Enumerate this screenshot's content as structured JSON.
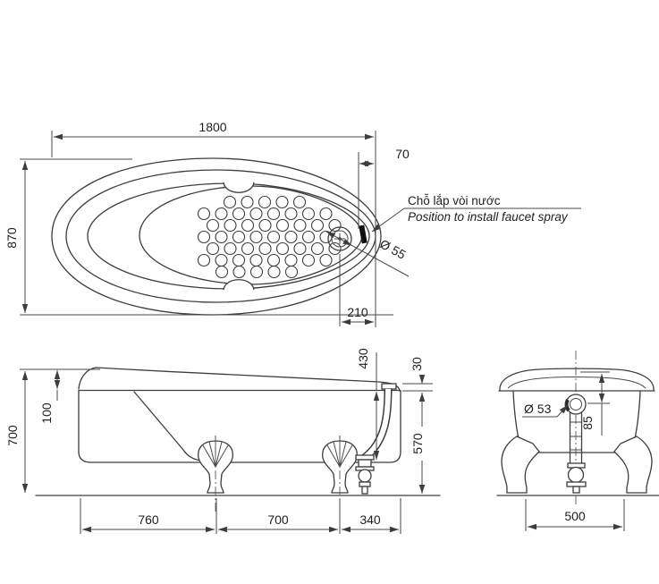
{
  "colors": {
    "line": "#3d3d3d",
    "dim_line": "#4a4a4a",
    "text": "#1f1f1f",
    "faucet_marker": "#111111",
    "background": "#ffffff"
  },
  "top_view": {
    "length": "1800",
    "width": "870",
    "faucet_edge_offset": "70",
    "drain_offset": "210",
    "faucet_hole_diameter": "Ø 55",
    "faucet_label_vi": "Chỗ lắp vòi nước",
    "faucet_label_en": "Position to install faucet spray"
  },
  "side_view": {
    "rim_height": "100",
    "total_height": "700",
    "inner_depth": "430",
    "rim_lip": "30",
    "skirt_height": "570",
    "foot_span_left": "760",
    "foot_span_mid": "700",
    "foot_span_right": "340"
  },
  "end_view": {
    "overflow_diameter": "Ø 53",
    "overflow_offset": "85",
    "base_width": "500"
  }
}
